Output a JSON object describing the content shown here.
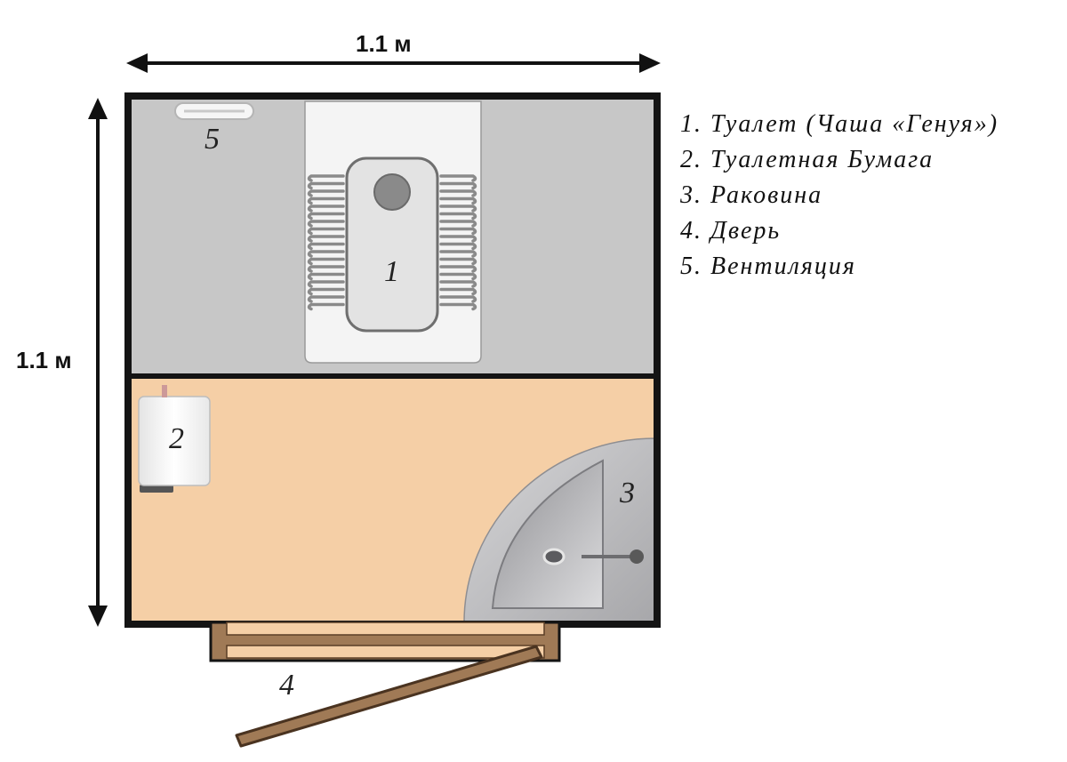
{
  "dimensions": {
    "width_label": "1.1 м",
    "height_label": "1.1 м"
  },
  "legend": [
    "1. Туалет (Чаша «Генуя»)",
    "2. Туалетная Бумага",
    "3. Раковина",
    "4. Дверь",
    "5. Вентиляция"
  ],
  "markers": {
    "toilet": "1",
    "toilet_paper": "2",
    "sink": "3",
    "door": "4",
    "ventilation": "5"
  },
  "colors": {
    "wall": "#141414",
    "toilet_zone_floor": "#c7c7c7",
    "main_floor": "#f5cfa6",
    "door_wood": "#a07a56",
    "fixture_white": "#f4f4f4",
    "sink_gray": "#b9b9bb"
  },
  "icons": [
    "squat-toilet-icon",
    "toilet-paper-roll-icon",
    "corner-sink-icon",
    "door-icon",
    "vent-icon"
  ]
}
